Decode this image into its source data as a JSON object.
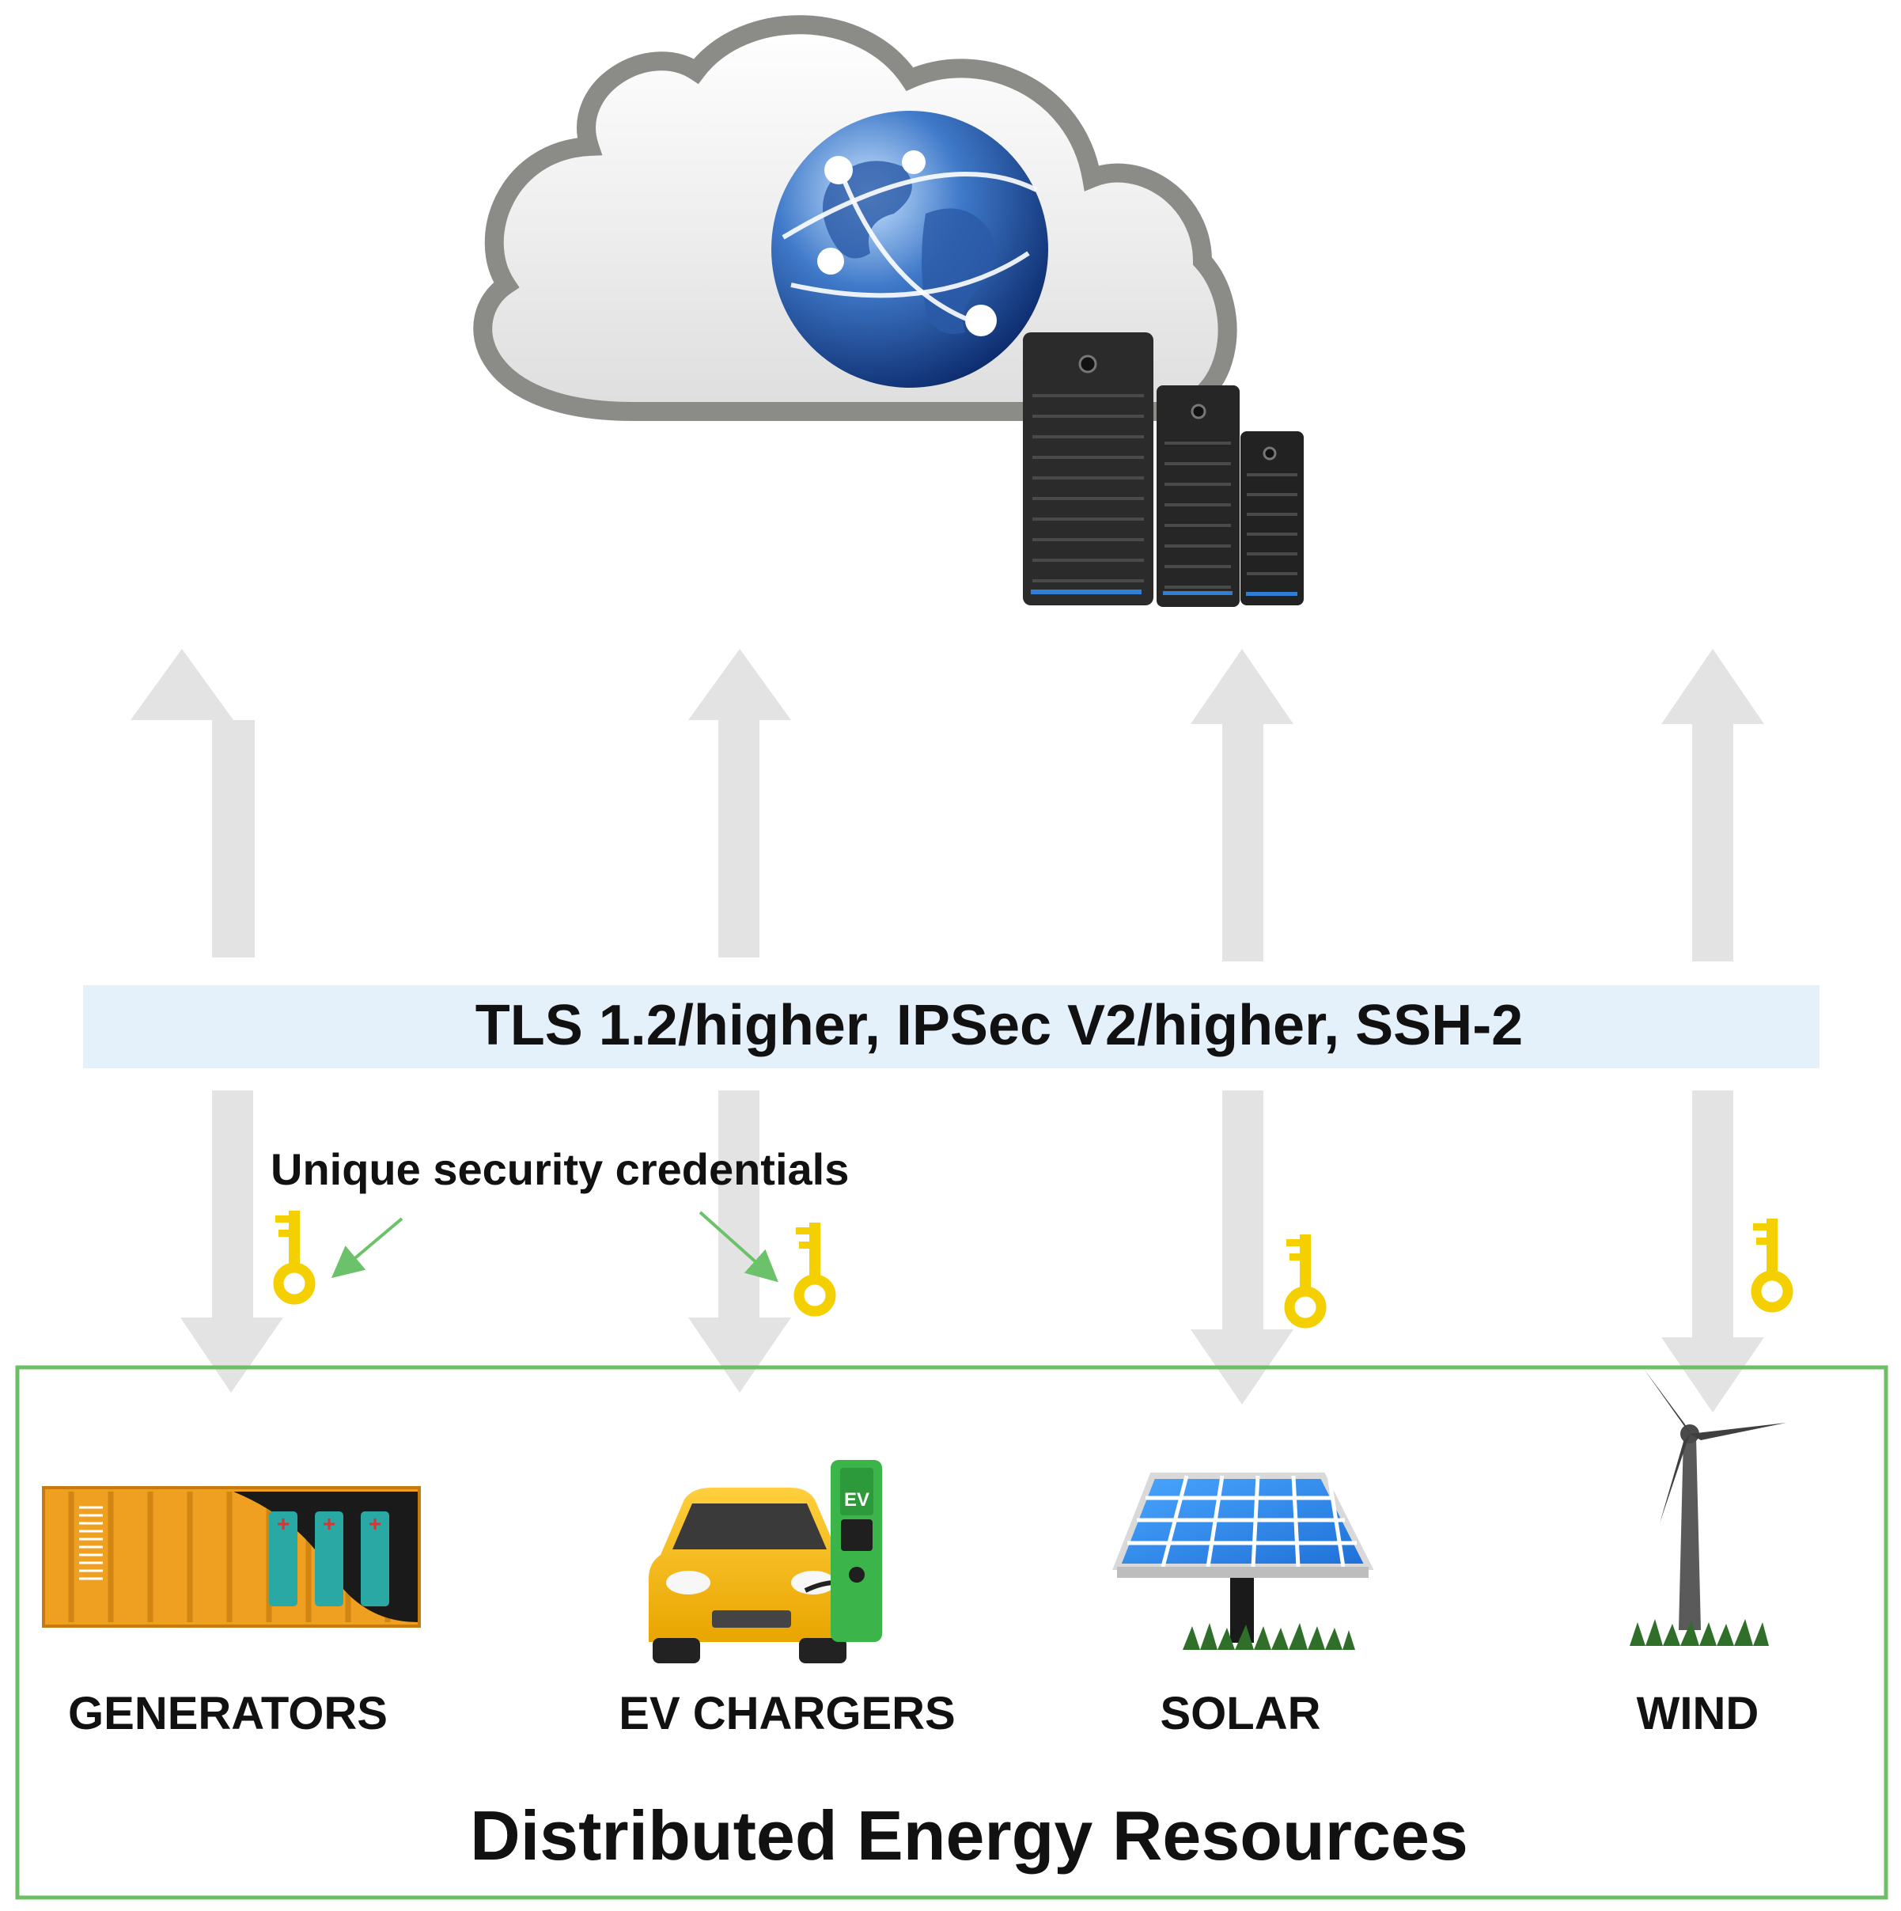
{
  "protocol_band": {
    "label": "TLS 1.2/higher, IPSec V2/higher, SSH-2"
  },
  "credentials": {
    "label": "Unique security credentials"
  },
  "resources": {
    "title": "Distributed Energy Resources",
    "items": [
      {
        "label": "GENERATORS"
      },
      {
        "label": "EV CHARGERS"
      },
      {
        "label": "SOLAR"
      },
      {
        "label": "WIND"
      }
    ]
  },
  "ev_sign": {
    "text": "EV"
  },
  "colors": {
    "arrow": "#e3e3e3",
    "band": "#e4f0fa",
    "frame": "#6dbf67",
    "key": "#f5d000",
    "pointer": "#6cc26a"
  }
}
